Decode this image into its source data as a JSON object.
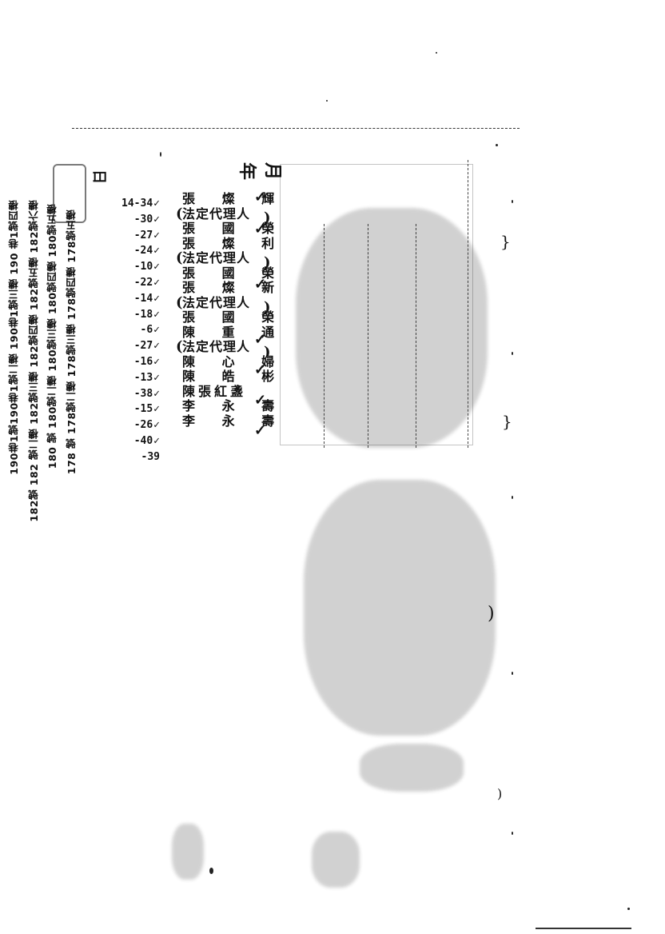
{
  "document": {
    "header_marks": [
      "年",
      "月",
      "日"
    ],
    "names": [
      {
        "text": "張 燦 輝",
        "legal": false
      },
      {
        "text": "法定代理人",
        "legal": true
      },
      {
        "text": "張 國 榮",
        "legal": false
      },
      {
        "text": "張 燦 利",
        "legal": false
      },
      {
        "text": "法定代理人",
        "legal": true
      },
      {
        "text": "張 國 榮",
        "legal": false
      },
      {
        "text": "張 燦 新",
        "legal": false
      },
      {
        "text": "法定代理人",
        "legal": true
      },
      {
        "text": "張 國 榮",
        "legal": false
      },
      {
        "text": "陳 重 通",
        "legal": false
      },
      {
        "text": "法定代理人",
        "legal": true
      },
      {
        "text": "陳 心 婦",
        "legal": false
      },
      {
        "text": "陳 皓 彬",
        "legal": false
      },
      {
        "text": "陳張紅盞",
        "legal": false
      },
      {
        "text": "李 永 壽",
        "legal": false
      },
      {
        "text": "李 永 壽",
        "legal": false
      }
    ],
    "numbers": [
      "14-34",
      "-30",
      "-27",
      "-24",
      "-10",
      "-22",
      "-14",
      "-18",
      "-6",
      "-27",
      "-16",
      "-13",
      "-38",
      "-15",
      "-26",
      "-40",
      "-39"
    ],
    "check_mark": "✓",
    "parcel_columns": [
      "178 號    178號二樓     178號三樓 178號四樓 178號五樓",
      "180 號    180號二樓 180號三樓 180號四樓 180號五樓",
      "182號   182 號二樓  182號三樓 182號四樓 182號五樓 182號六樓",
      "190巷1號190巷1號二樓 190巷1號三樓 190 巷1號四樓"
    ]
  }
}
